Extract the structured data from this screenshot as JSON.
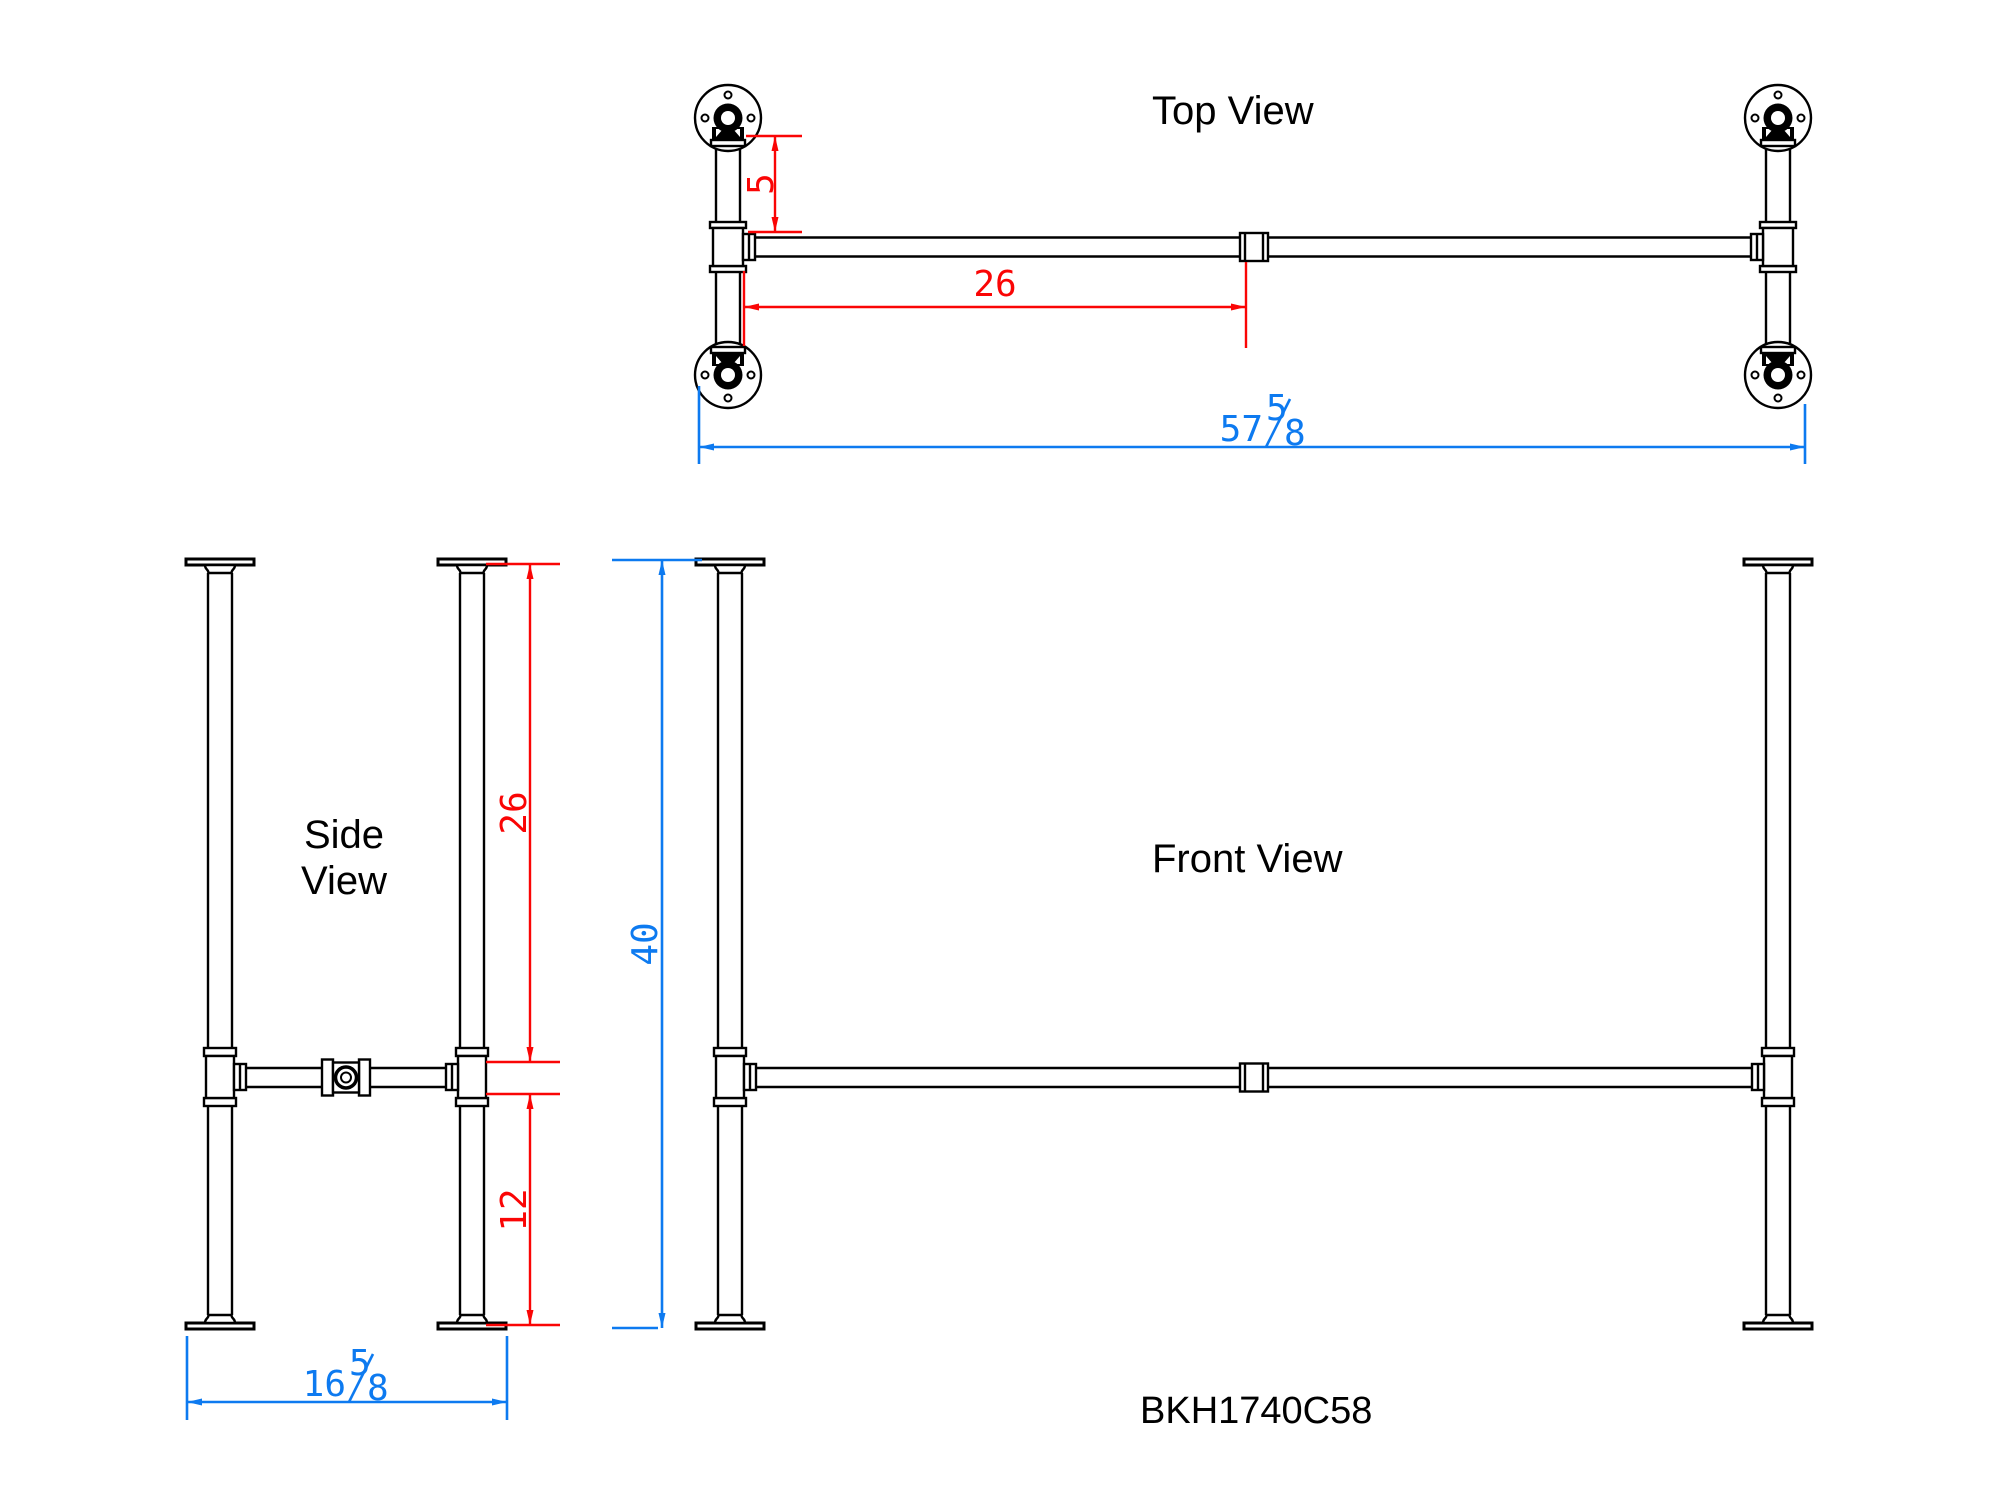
{
  "drawing": {
    "part_number": "BKH1740C58",
    "views": {
      "top": {
        "label": "Top View"
      },
      "side": {
        "label_line1": "Side",
        "label_line2": "View"
      },
      "front": {
        "label": "Front View"
      }
    },
    "dims": {
      "flange_offset": {
        "value": "5"
      },
      "rail_half_span": {
        "value": "26"
      },
      "overall_length": {
        "whole": "57",
        "numerator": "5",
        "denominator": "8",
        "display": "57 5/8"
      },
      "side_upper_height": {
        "value": "26"
      },
      "side_lower_height": {
        "value": "12"
      },
      "overall_depth": {
        "whole": "16",
        "numerator": "5",
        "denominator": "8",
        "display": "16 5/8"
      },
      "overall_height": {
        "value": "40"
      }
    },
    "colors": {
      "dimension_red": "#fa0505",
      "dimension_blue": "#0d7af0",
      "linework": "#000000",
      "background": "#ffffff"
    }
  }
}
